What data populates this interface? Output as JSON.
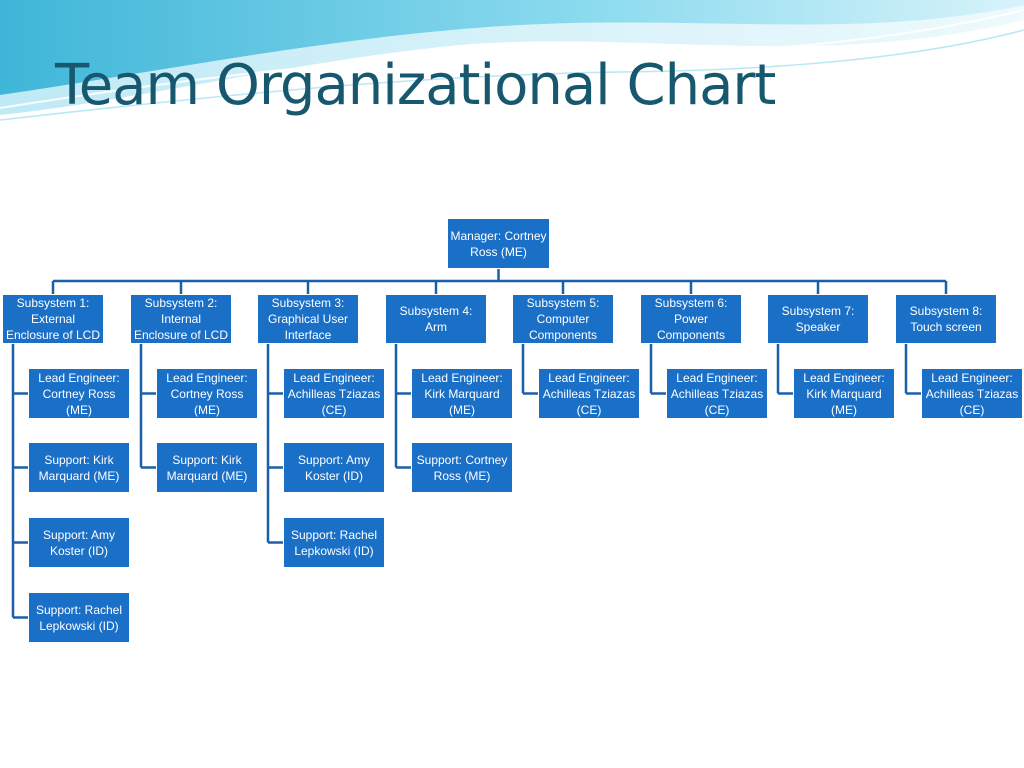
{
  "title": "Team Organizational Chart",
  "colors": {
    "node_fill": "#1a6fc7",
    "title": "#17586f",
    "connector": "#1a5fa8",
    "wave": "#5ec8e3"
  },
  "manager": {
    "label": "Manager: Cortney Ross (ME)"
  },
  "subsystems": [
    {
      "label": "Subsystem 1: External Enclosure of LCD",
      "members": [
        "Lead Engineer: Cortney Ross (ME)",
        "Support: Kirk Marquard (ME)",
        "Support: Amy Koster (ID)",
        "Support: Rachel Lepkowski (ID)"
      ]
    },
    {
      "label": "Subsystem 2: Internal Enclosure of LCD",
      "members": [
        "Lead Engineer: Cortney Ross (ME)",
        "Support: Kirk Marquard (ME)"
      ]
    },
    {
      "label": "Subsystem 3: Graphical User Interface",
      "members": [
        "Lead Engineer: Achilleas Tziazas (CE)",
        "Support: Amy Koster (ID)",
        "Support: Rachel Lepkowski (ID)"
      ]
    },
    {
      "label": "Subsystem 4: Arm",
      "members": [
        "Lead Engineer: Kirk Marquard (ME)",
        "Support: Cortney Ross (ME)"
      ]
    },
    {
      "label": "Subsystem 5: Computer Components",
      "members": [
        "Lead Engineer: Achilleas Tziazas (CE)"
      ]
    },
    {
      "label": "Subsystem 6: Power Components",
      "members": [
        "Lead Engineer: Achilleas Tziazas (CE)"
      ]
    },
    {
      "label": "Subsystem 7: Speaker",
      "members": [
        "Lead Engineer: Kirk Marquard (ME)"
      ]
    },
    {
      "label": "Subsystem 8: Touch screen",
      "members": [
        "Lead Engineer: Achilleas Tziazas (CE)"
      ]
    }
  ]
}
